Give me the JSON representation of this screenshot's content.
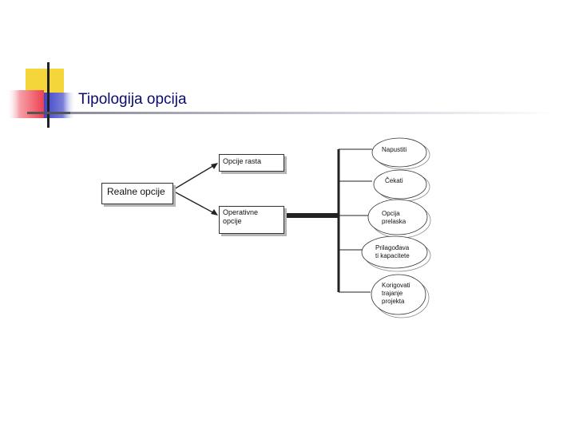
{
  "slide": {
    "title": "Tipologija opcija"
  },
  "diagram": {
    "root": "Realne opcije",
    "branches": [
      "Opcije rasta",
      "Operativne opcije"
    ],
    "operative_options": [
      [
        "Napustiti"
      ],
      [
        "Čekati"
      ],
      [
        "Opcija",
        "prelaska"
      ],
      [
        "Prilagođava",
        "ti kapacitete"
      ],
      [
        "Korigovati",
        "trajanje",
        "projekta"
      ]
    ]
  },
  "colors": {
    "title": "#0b0b6e",
    "logo_yellow": "#f5d63a",
    "logo_red": "#ee4050",
    "logo_blue": "#3f45c8",
    "logo_bar": "#222222"
  }
}
